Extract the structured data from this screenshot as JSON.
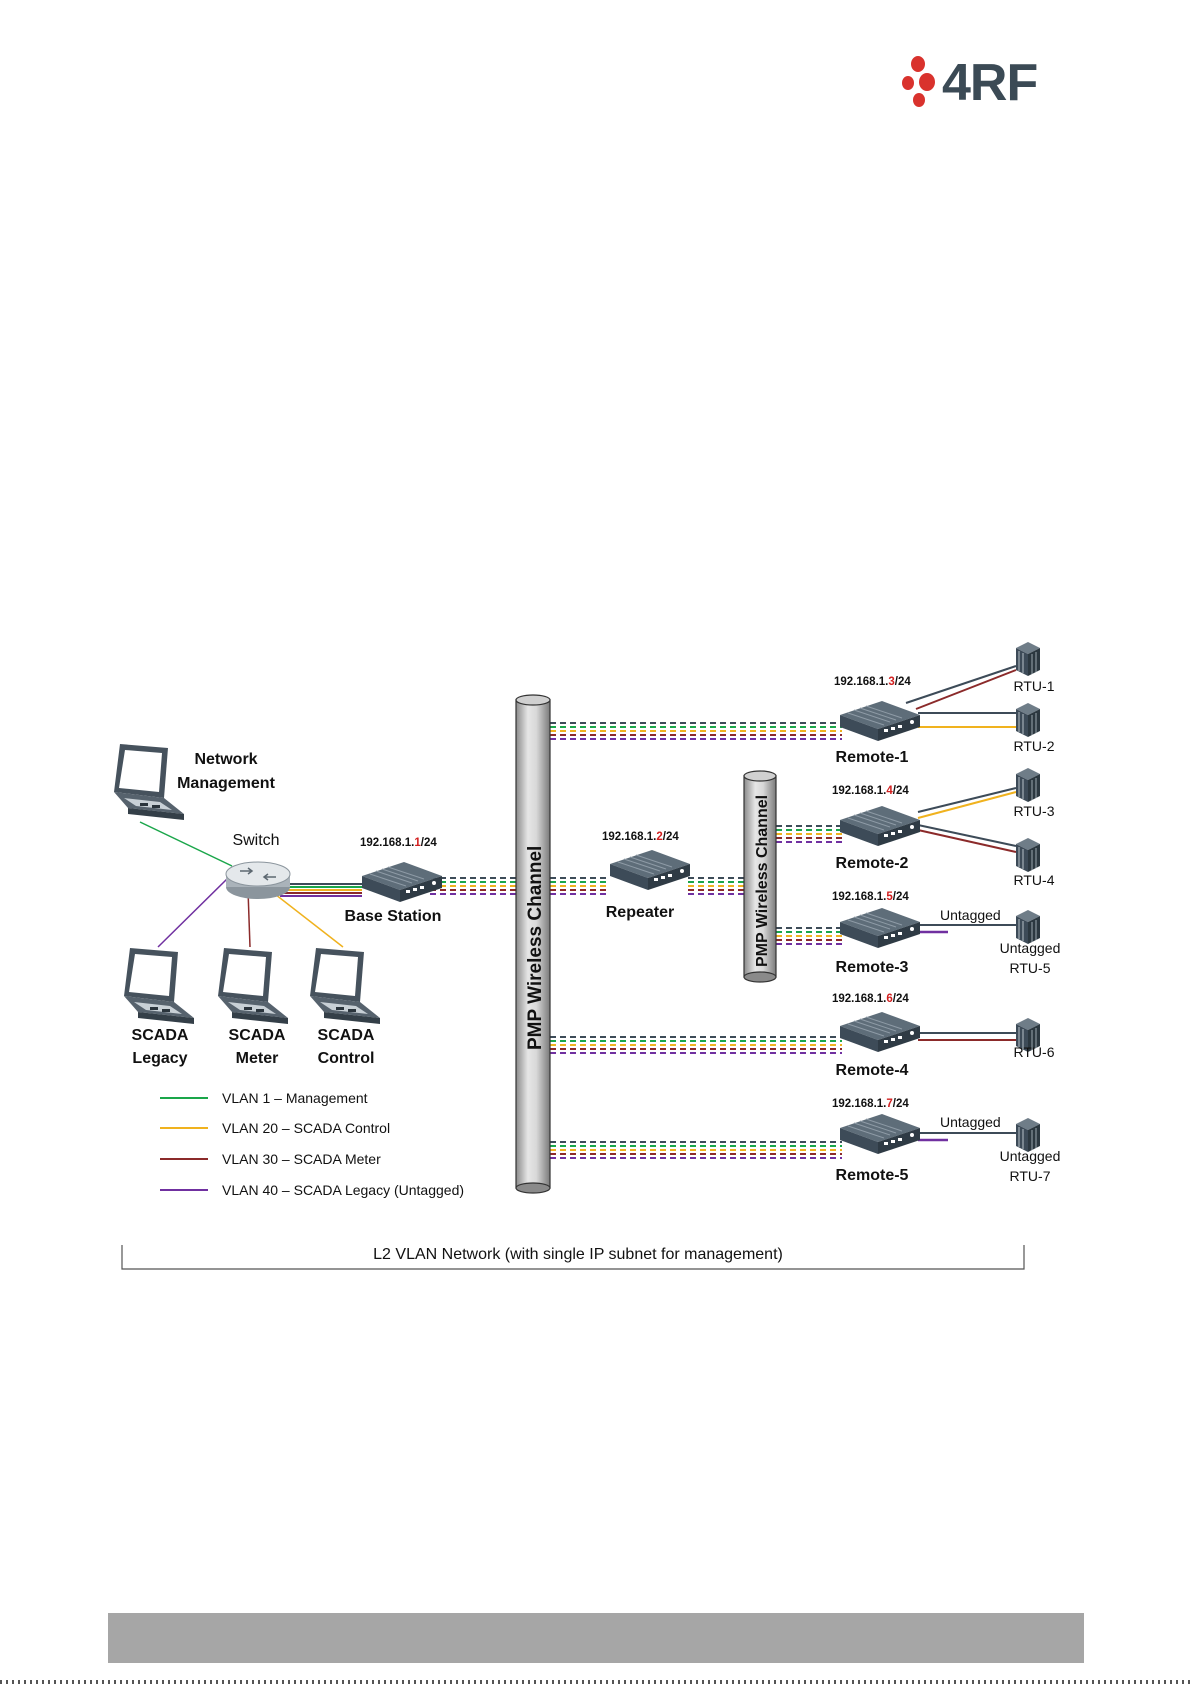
{
  "logo": {
    "text": "4RF",
    "color": "#c9302c",
    "text_color": "#3b4a55"
  },
  "diagram": {
    "nodes": {
      "network_management": {
        "line1": "Network",
        "line2": "Management"
      },
      "switch": "Switch",
      "base_station": "Base Station",
      "repeater": "Repeater",
      "scada_legacy": {
        "line1": "SCADA",
        "line2": "Legacy"
      },
      "scada_meter": {
        "line1": "SCADA",
        "line2": "Meter"
      },
      "scada_control": {
        "line1": "SCADA",
        "line2": "Control"
      },
      "remotes": [
        "Remote-1",
        "Remote-2",
        "Remote-3",
        "Remote-4",
        "Remote-5"
      ],
      "rtus": [
        "RTU-1",
        "RTU-2",
        "RTU-3",
        "RTU-4",
        "RTU-5",
        "RTU-6",
        "RTU-7"
      ]
    },
    "channel_main": "PMP Wireless Channel",
    "channel_secondary": "PMP Wireless Channel",
    "ip": {
      "prefix": "192.168.1.",
      "suffix": "/24",
      "base_station": "1",
      "repeater": "2",
      "remote1": "3",
      "remote2": "4",
      "remote3": "5",
      "remote4": "6",
      "remote5": "7"
    },
    "untagged_label": "Untagged",
    "legend": [
      {
        "label": "VLAN 1 – Management",
        "color": "#1aa64a"
      },
      {
        "label": "VLAN 20 – SCADA Control",
        "color": "#f0b21e"
      },
      {
        "label": "VLAN 30 – SCADA Meter",
        "color": "#8b2a2a"
      },
      {
        "label": "VLAN 40 – SCADA Legacy  (Untagged)",
        "color": "#7030a0"
      }
    ],
    "bracket_label": "L2 VLAN Network (with single IP subnet for management)",
    "device_color": "#3d4b58",
    "ip_highlight_color": "#d21f1f"
  }
}
